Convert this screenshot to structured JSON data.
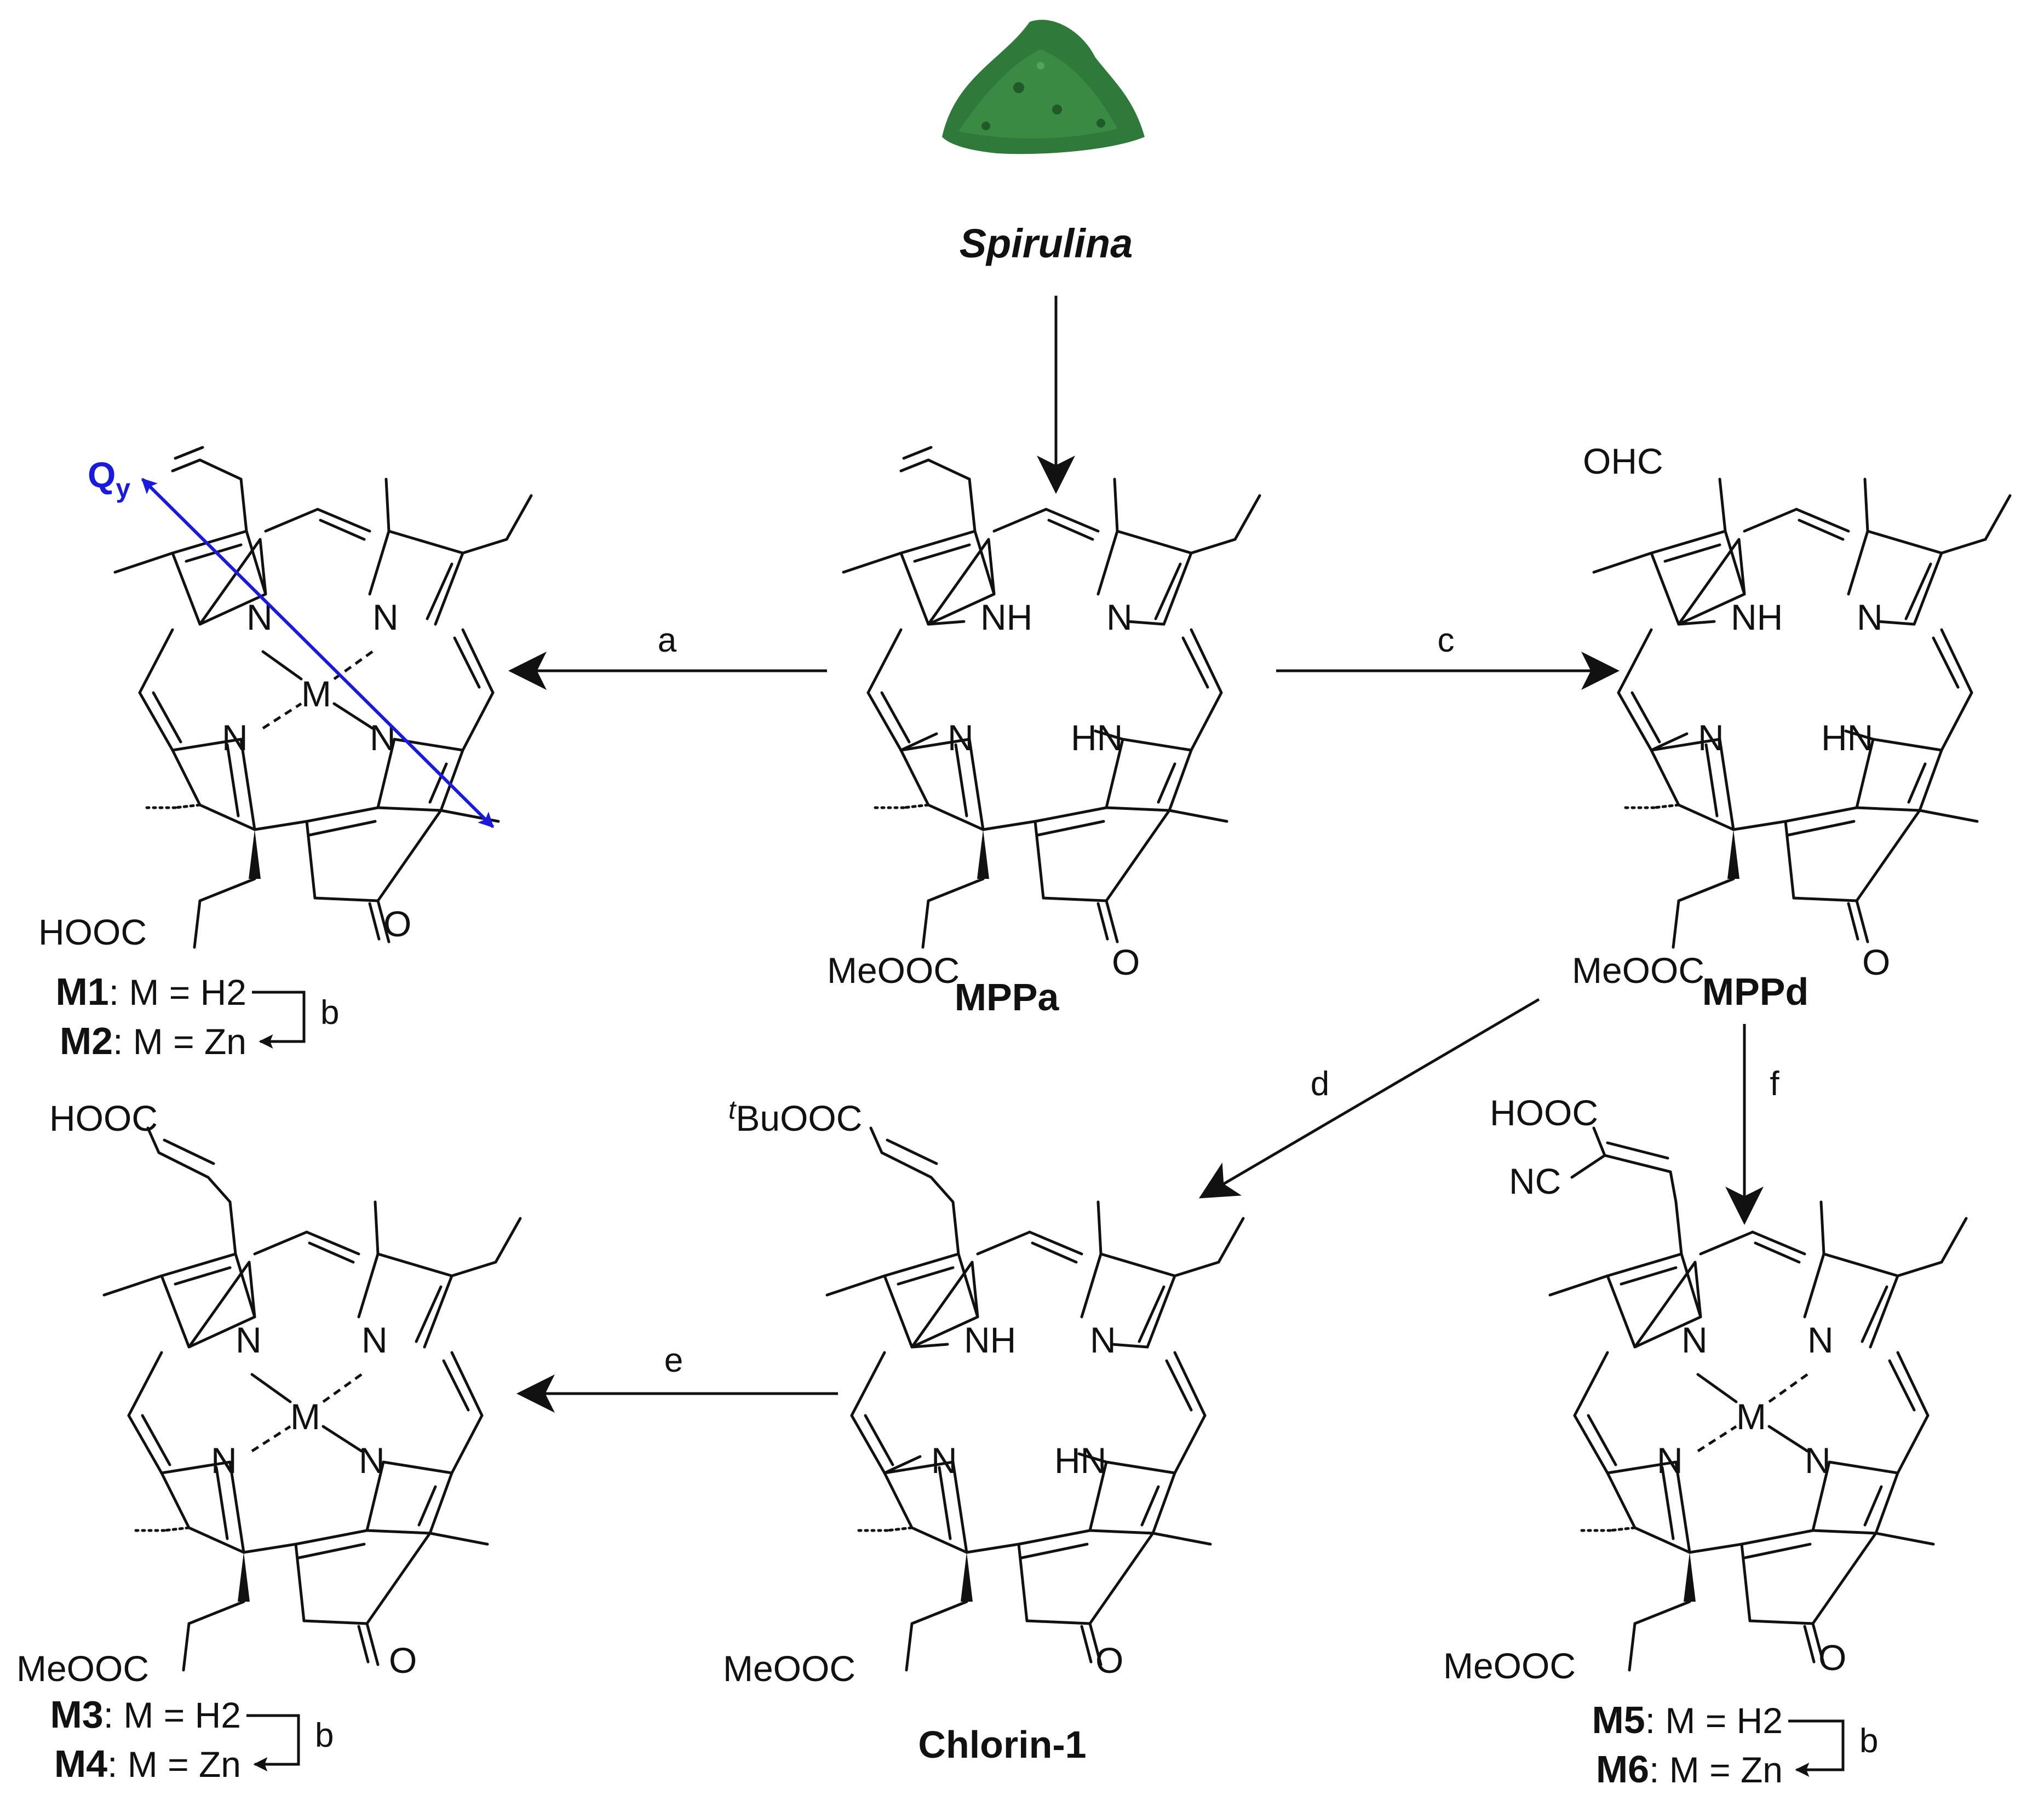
{
  "source": {
    "label": "Spirulina",
    "swatch_color": "#2f7a3a"
  },
  "steps": {
    "a": "a",
    "b": "b",
    "c": "c",
    "d": "d",
    "e": "e",
    "f": "f"
  },
  "compounds": {
    "mppa": {
      "name": "MPPa",
      "ester": "MeOOC",
      "nh_top": "NH",
      "n_right": "N",
      "n_bottom_left": "N",
      "hn_bottom": "HN",
      "ketone": "O"
    },
    "mppd": {
      "name": "MPPd",
      "aldehyde": "OHC",
      "ester": "MeOOC",
      "nh_top": "NH",
      "n_right": "N",
      "n_bottom_left": "N",
      "hn_bottom": "HN",
      "ketone": "O"
    },
    "chlorin1": {
      "name": "Chlorin-1",
      "ester_top_prefix": "t",
      "ester_top": "BuOOC",
      "ester": "MeOOC",
      "nh_top": "NH",
      "n_right": "N",
      "n_bottom_left": "N",
      "hn_bottom": "HN",
      "ketone": "O"
    },
    "m12": {
      "acid": "HOOC",
      "metal": "M",
      "n": "N",
      "ketone": "O",
      "qy_main": "Q",
      "qy_sub": "y",
      "label1_bold": "M1",
      "label1_rest": ": M = H2",
      "label2_bold": "M2",
      "label2_rest": ": M = Zn"
    },
    "m34": {
      "acid_top": "HOOC",
      "ester": "MeOOC",
      "metal": "M",
      "n": "N",
      "ketone": "O",
      "label1_bold": "M3",
      "label1_rest": ": M = H2",
      "label2_bold": "M4",
      "label2_rest": ": M = Zn"
    },
    "m56": {
      "acid_top": "HOOC",
      "nitrile": "NC",
      "ester": "MeOOC",
      "metal": "M",
      "n": "N",
      "ketone": "O",
      "label1_bold": "M5",
      "label1_rest": ": M = H2",
      "label2_bold": "M6",
      "label2_rest": ": M = Zn"
    }
  },
  "colors": {
    "ink": "#111111",
    "transition_dipole": "#1a1adc"
  }
}
